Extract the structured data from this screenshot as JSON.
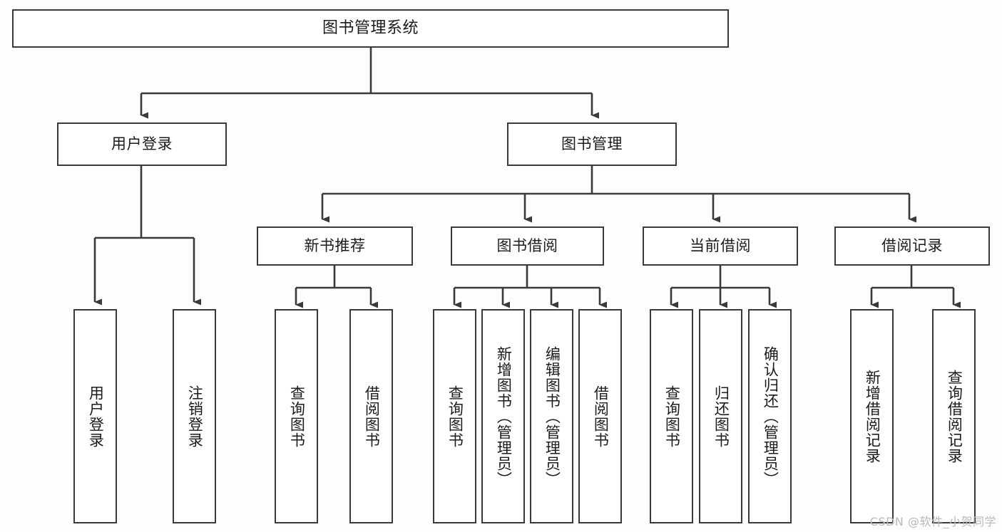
{
  "diagram": {
    "title": "图书管理系统",
    "type": "hierarchy-tree",
    "background_color": "#fdfdfd",
    "box_border_color": "#3a3a3a",
    "box_fill_color": "#ffffff",
    "text_color": "#1b1b1b",
    "edge_color": "#3a3a3a"
  },
  "watermark": {
    "text": "CSDN @软件_小贺同学",
    "color": "#b9b9b9"
  },
  "nodes": {
    "root": {
      "label": "图书管理系统",
      "level": 0
    },
    "level1": [
      {
        "id": "user-login",
        "label": "用户登录"
      },
      {
        "id": "book-manage",
        "label": "图书管理"
      }
    ],
    "level2": [
      {
        "id": "new-book-recommend",
        "label": "新书推荐",
        "parent": "book-manage"
      },
      {
        "id": "book-borrow",
        "label": "图书借阅",
        "parent": "book-manage"
      },
      {
        "id": "current-borrow",
        "label": "当前借阅",
        "parent": "book-manage"
      },
      {
        "id": "borrow-record",
        "label": "借阅记录",
        "parent": "book-manage"
      }
    ],
    "leaves": {
      "user-login": [
        {
          "id": "leaf-user-login",
          "label": "用户登录"
        },
        {
          "id": "leaf-user-logout",
          "label": "注销登录"
        }
      ],
      "new-book-recommend": [
        {
          "id": "leaf-query-book-1",
          "label": "查询图书"
        },
        {
          "id": "leaf-borrow-book-1",
          "label": "借阅图书"
        }
      ],
      "book-borrow": [
        {
          "id": "leaf-query-book-2",
          "label": "查询图书"
        },
        {
          "id": "leaf-add-book",
          "label": "新增图书（管理员）"
        },
        {
          "id": "leaf-edit-book",
          "label": "编辑图书（管理员）"
        },
        {
          "id": "leaf-borrow-book-2",
          "label": "借阅图书"
        }
      ],
      "current-borrow": [
        {
          "id": "leaf-query-book-3",
          "label": "查询图书"
        },
        {
          "id": "leaf-return-book",
          "label": "归还图书"
        },
        {
          "id": "leaf-confirm-return",
          "label": "确认归还（管理员）"
        }
      ],
      "borrow-record": [
        {
          "id": "leaf-add-record",
          "label": "新增借阅记录"
        },
        {
          "id": "leaf-query-record",
          "label": "查询借阅记录"
        }
      ]
    }
  }
}
